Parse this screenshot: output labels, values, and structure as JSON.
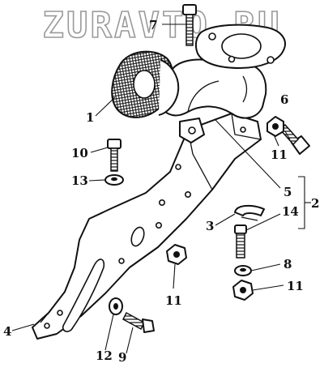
{
  "watermark": {
    "text": "ZURAVTO.RU"
  },
  "callouts": {
    "c1": "1",
    "c2": "2",
    "c3": "3",
    "c4": "4",
    "c5": "5",
    "c6": "6",
    "c7": "7",
    "c8": "8",
    "c9": "9",
    "c10": "10",
    "c11a": "11",
    "c11b": "11",
    "c11c": "11",
    "c12": "12",
    "c13": "13",
    "c14": "14"
  }
}
